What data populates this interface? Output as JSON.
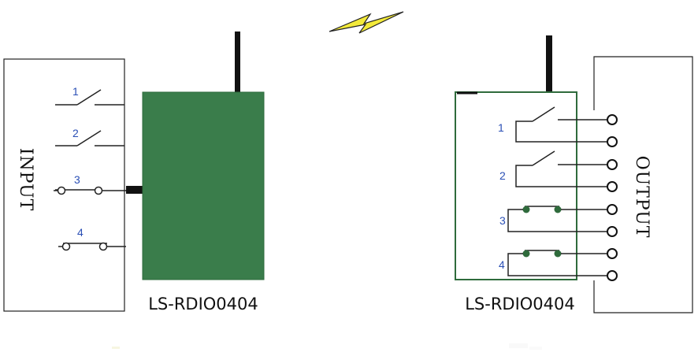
{
  "input_panel": {
    "label": "INPUT",
    "switches": [
      "1",
      "2",
      "3",
      "4"
    ]
  },
  "transmitter": {
    "label": "LS-RDIO0404"
  },
  "receiver": {
    "label": "LS-RDIO0404",
    "relays": [
      "1",
      "2",
      "3",
      "4"
    ]
  },
  "output_panel": {
    "label": "OUTPUT"
  },
  "colors": {
    "device_fill": "#3a7d4b",
    "device_border": "#2f6b3c",
    "switch_number": "#2a4fb5",
    "contact_dot": "#2f6b3c",
    "lightning_fill": "#f3ea3a"
  },
  "icons": {
    "wireless": "lightning-bolt-icon"
  }
}
